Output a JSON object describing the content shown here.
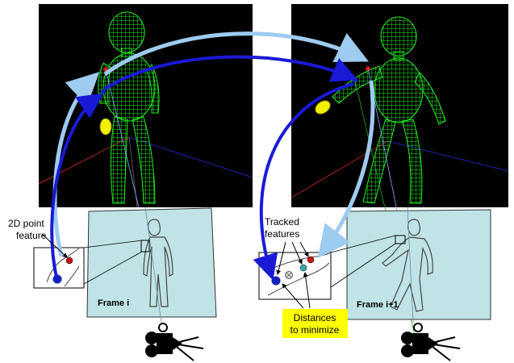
{
  "labels": {
    "point_feature_line1": "2D point",
    "point_feature_line2": "feature",
    "tracked_line1": "Tracked",
    "tracked_line2": "features",
    "frame_left": "Frame i",
    "frame_right": "Frame i+1",
    "distances_line1": "Distances",
    "distances_line2": "to minimize"
  },
  "colors": {
    "render_bg": "#000000",
    "wireframe": "#22ee22",
    "image_plane": "#bfe3e6",
    "arrow_dark": "#1a1ad6",
    "arrow_light": "#9ecbf0",
    "highlight": "#ffff00",
    "feature_red": "#cc1111",
    "feature_blue": "#1122bb",
    "feature_teal": "#3aa5a5",
    "hand_yellow": "#f2f200",
    "ground_red": "#aa2222",
    "ground_blue": "#2222aa"
  },
  "icons": [
    "camera-icon-left",
    "camera-icon-right"
  ]
}
